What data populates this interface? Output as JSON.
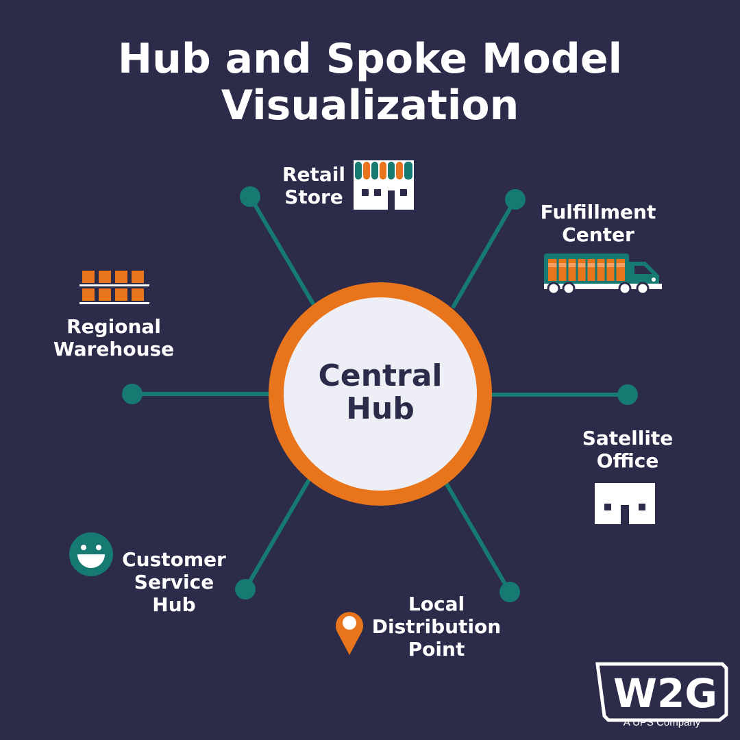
{
  "title": {
    "line1": "Hub and Spoke Model",
    "line2": "Visualization"
  },
  "hub": {
    "line1": "Central",
    "line2": "Hub"
  },
  "nodes": {
    "retail_store": {
      "line1": "Retail",
      "line2": "Store",
      "icon": "storefront-icon"
    },
    "fulfillment_center": {
      "line1": "Fulfillment",
      "line2": "Center",
      "icon": "truck-icon"
    },
    "regional_warehouse": {
      "line1": "Regional",
      "line2": "Warehouse",
      "icon": "pallet-boxes-icon"
    },
    "satellite_office": {
      "line1": "Satellite",
      "line2": "Office",
      "icon": "building-icon"
    },
    "customer_service_hub": {
      "line1": "Customer",
      "line2": "Service",
      "line3": "Hub",
      "icon": "smiley-icon"
    },
    "local_distribution_point": {
      "line1": "Local",
      "line2": "Distribution",
      "line3": "Point",
      "icon": "location-pin-icon"
    }
  },
  "logo": {
    "text": "W2G",
    "tagline": "A UPS Company"
  },
  "colors": {
    "background": "#2c2c4a",
    "spoke": "#167a72",
    "accent_orange": "#e8741c",
    "hub_fill": "#eeeff6",
    "text": "#ffffff"
  }
}
